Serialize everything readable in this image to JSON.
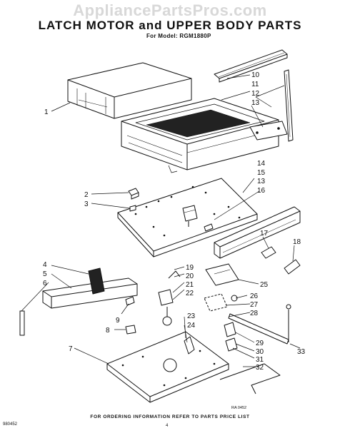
{
  "watermark": "AppliancePartsPros.com",
  "title": "LATCH MOTOR and UPPER BODY PARTS",
  "subtitle": "For Model: RGM1880P",
  "reference_code": "RA 0452",
  "footer_note": "FOR ORDERING INFORMATION REFER TO PARTS PRICE LIST",
  "document_number": "980452",
  "page_number": "4",
  "callouts": {
    "c1": "1",
    "c2": "2",
    "c3": "3",
    "c4": "4",
    "c5": "5",
    "c6": "6",
    "c7": "7",
    "c8": "8",
    "c9": "9",
    "c10": "10",
    "c11": "11",
    "c12": "12",
    "c13": "13",
    "c14": "14",
    "c15": "15",
    "c13b": "13",
    "c16": "16",
    "c17": "17",
    "c18": "18",
    "c19": "19",
    "c20": "20",
    "c21": "21",
    "c22": "22",
    "c23": "23",
    "c24": "24",
    "c25": "25",
    "c26": "26",
    "c27": "27",
    "c28": "28",
    "c29": "29",
    "c30": "30",
    "c31": "31",
    "c32": "32",
    "c33": "33"
  }
}
